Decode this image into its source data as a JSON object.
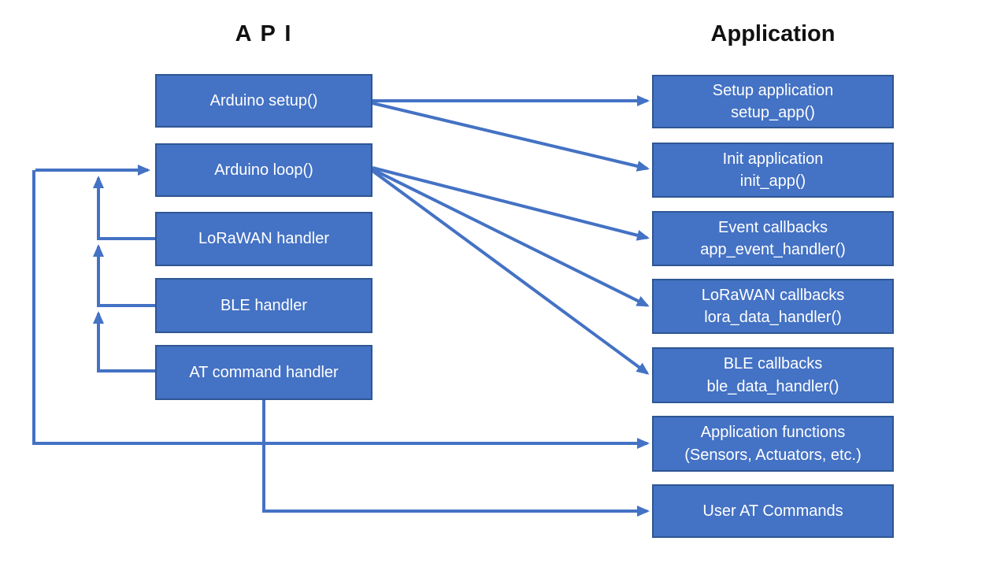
{
  "titles": {
    "left": "A P I",
    "right": "Application"
  },
  "colors": {
    "box_fill": "#4472C4",
    "box_border": "#2E5693",
    "arrow": "#4472C4",
    "box_text": "#FFFFFF",
    "title_text": "#111111",
    "background": "#FFFFFF"
  },
  "api_boxes": [
    {
      "id": "arduino-setup",
      "lines": [
        "Arduino setup()"
      ]
    },
    {
      "id": "arduino-loop",
      "lines": [
        "Arduino loop()"
      ]
    },
    {
      "id": "lorawan-handler",
      "lines": [
        "LoRaWAN handler"
      ]
    },
    {
      "id": "ble-handler",
      "lines": [
        "BLE handler"
      ]
    },
    {
      "id": "at-command-handler",
      "lines": [
        "AT command handler"
      ]
    }
  ],
  "application_boxes": [
    {
      "id": "setup-application",
      "lines": [
        "Setup application",
        "setup_app()"
      ]
    },
    {
      "id": "init-application",
      "lines": [
        "Init application",
        "init_app()"
      ]
    },
    {
      "id": "event-callbacks",
      "lines": [
        "Event callbacks",
        "app_event_handler()"
      ]
    },
    {
      "id": "lorawan-callbacks",
      "lines": [
        "LoRaWAN callbacks",
        "lora_data_handler()"
      ]
    },
    {
      "id": "ble-callbacks",
      "lines": [
        "BLE callbacks",
        "ble_data_handler()"
      ]
    },
    {
      "id": "application-functions",
      "lines": [
        "Application functions",
        "(Sensors, Actuators, etc.)"
      ]
    },
    {
      "id": "user-at-commands",
      "lines": [
        "User AT Commands"
      ]
    }
  ],
  "connections": [
    {
      "from": "Arduino setup()",
      "to": "Setup application"
    },
    {
      "from": "Arduino setup()",
      "to": "Init application"
    },
    {
      "from": "Arduino loop()",
      "to": "Event callbacks"
    },
    {
      "from": "Arduino loop()",
      "to": "LoRaWAN callbacks"
    },
    {
      "from": "Arduino loop()",
      "to": "BLE callbacks"
    },
    {
      "from": "LoRaWAN handler",
      "to": "Arduino loop()"
    },
    {
      "from": "BLE handler",
      "to": "Arduino loop()"
    },
    {
      "from": "AT command handler",
      "to": "Arduino loop()"
    },
    {
      "from": "Arduino loop()",
      "to": "Application functions (Sensors, Actuators, etc.)",
      "style": "double-headed-elbow"
    },
    {
      "from": "AT command handler",
      "to": "User AT Commands"
    }
  ]
}
